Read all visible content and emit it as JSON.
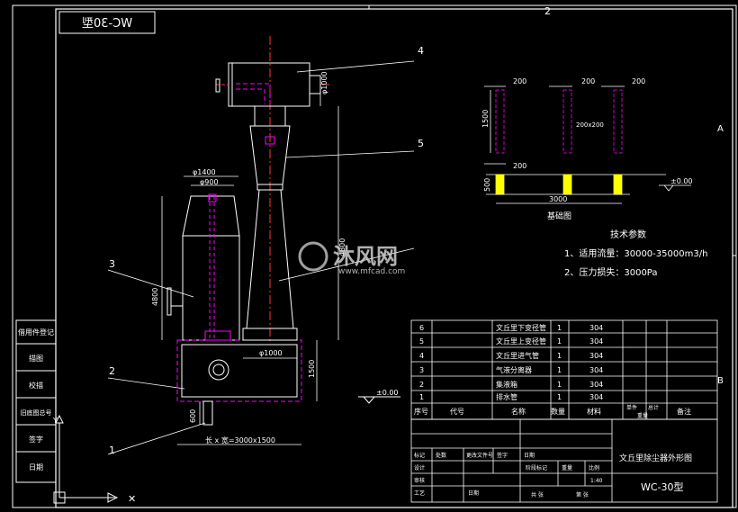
{
  "title_tag": "WC-30型",
  "zones": {
    "top_2": "2",
    "right_a": "A",
    "right_b": "B"
  },
  "callouts": [
    "1",
    "2",
    "3",
    "4",
    "5"
  ],
  "dims": {
    "d1400": "φ1400",
    "d900": "φ900",
    "d1000_top": "φ1000",
    "d1000_base": "φ1000",
    "h4800": "4800",
    "h1500": "1500",
    "h600": "600",
    "h_cone": "4800",
    "base_size": "长 x 宽=3000x1500",
    "level_0": "±0.00",
    "level_0_right": "±0.00"
  },
  "foundation": {
    "w200_a": "200",
    "w200_b": "200",
    "w200_c": "200",
    "w200_d": "200",
    "h1500": "1500",
    "h500": "500",
    "hole": "200x200",
    "span": "3000",
    "caption": "基础图"
  },
  "tech": {
    "heading": "技术参数",
    "line1": "1、适用流量：30000-35000m3/h",
    "line2": "2、压力损失：3000Pa"
  },
  "watermark": {
    "brand": "沐风网",
    "url": "www.mfcad.com"
  },
  "left_panel": [
    "借用件登记",
    "描图",
    "校描",
    "旧底图总号",
    "签字",
    "日期"
  ],
  "bom": {
    "rows": [
      {
        "no": "6",
        "name": "文丘里下变径管",
        "qty": "1",
        "mat": "304"
      },
      {
        "no": "5",
        "name": "文丘里上变径管",
        "qty": "1",
        "mat": "304"
      },
      {
        "no": "4",
        "name": "文丘里进气管",
        "qty": "1",
        "mat": "304"
      },
      {
        "no": "3",
        "name": "气液分离器",
        "qty": "1",
        "mat": "304"
      },
      {
        "no": "2",
        "name": "集液箱",
        "qty": "1",
        "mat": "304"
      },
      {
        "no": "1",
        "name": "排水管",
        "qty": "1",
        "mat": "304"
      }
    ],
    "header": {
      "no": "序号",
      "code": "代号",
      "name": "名称",
      "qty": "数量",
      "mat": "材料",
      "single": "单件",
      "total": "总计",
      "weight": "重量",
      "note": "备注"
    }
  },
  "title_block": {
    "drawing_name": "文丘里除尘器外形图",
    "drawing_no": "WC-30型",
    "stage": "阶段标记",
    "weight_label": "重量",
    "scale_label": "比例",
    "scale": "1:40",
    "sheet": "共 张",
    "page": "第 张",
    "labels": [
      "标记",
      "处数",
      "更改文件号",
      "签字",
      "日期",
      "设计",
      "审核",
      "工艺",
      "日期"
    ]
  },
  "colors": {
    "bg": "#000000",
    "frame": "#ffffff",
    "outline": "#ffffff",
    "magenta": "#ff00ff",
    "red": "#ff3333",
    "yellow": "#ffff00",
    "green": "#33ff33",
    "cyan": "#00ffff"
  }
}
